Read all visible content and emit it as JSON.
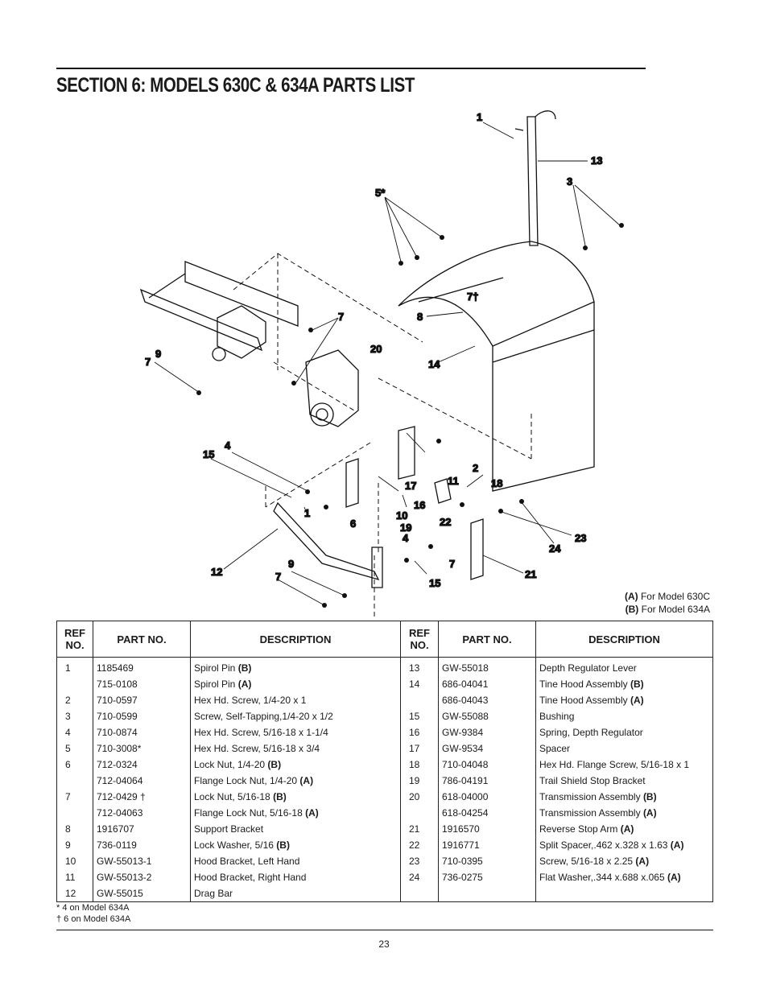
{
  "section_title": "SECTION 6:  MODELS 630C & 634A PARTS LIST",
  "callouts": [
    "1",
    "13",
    "3",
    "5*",
    "7",
    "8",
    "7†",
    "20",
    "9",
    "7",
    "14",
    "4",
    "15",
    "2",
    "11",
    "18",
    "17",
    "1",
    "16",
    "10",
    "6",
    "19",
    "22",
    "4",
    "12",
    "9",
    "7",
    "15",
    "7",
    "23",
    "24",
    "21"
  ],
  "legend": {
    "a_key": "(A)",
    "a_text": " For Model 630C",
    "b_key": "(B)",
    "b_text": " For Model 634A"
  },
  "table": {
    "headers": {
      "ref": "REF NO.",
      "part_no": "PART NO.",
      "description": "DESCRIPTION",
      "ref2": "REF NO.",
      "part_no2": "PART NO.",
      "description2": "DESCRIPTION"
    },
    "rows": [
      {
        "l_ref": "1",
        "l_pn": "1185469",
        "l_desc": "Spirol Pin",
        "l_tag": "(B)",
        "r_ref": "13",
        "r_pn": "GW-55018",
        "r_desc": "Depth Regulator Lever",
        "r_tag": ""
      },
      {
        "l_ref": "",
        "l_pn": "715-0108",
        "l_desc": "Spirol Pin",
        "l_tag": "(A)",
        "r_ref": "14",
        "r_pn": "686-04041",
        "r_desc": "Tine Hood Assembly",
        "r_tag": "(B)"
      },
      {
        "l_ref": "2",
        "l_pn": "710-0597",
        "l_desc": "Hex Hd. Screw, 1/4-20 x 1",
        "l_tag": "",
        "r_ref": "",
        "r_pn": "686-04043",
        "r_desc": "Tine Hood Assembly",
        "r_tag": "(A)"
      },
      {
        "l_ref": "3",
        "l_pn": "710-0599",
        "l_desc": "Screw, Self-Tapping,1/4-20 x 1/2",
        "l_tag": "",
        "r_ref": "15",
        "r_pn": "GW-55088",
        "r_desc": "Bushing",
        "r_tag": ""
      },
      {
        "l_ref": "4",
        "l_pn": "710-0874",
        "l_desc": "Hex Hd. Screw, 5/16-18 x 1-1/4",
        "l_tag": "",
        "r_ref": "16",
        "r_pn": "GW-9384",
        "r_desc": "Spring, Depth Regulator",
        "r_tag": ""
      },
      {
        "l_ref": "5",
        "l_pn": "710-3008*",
        "l_desc": "Hex Hd. Screw, 5/16-18 x 3/4",
        "l_tag": "",
        "r_ref": "17",
        "r_pn": "GW-9534",
        "r_desc": "Spacer",
        "r_tag": ""
      },
      {
        "l_ref": "6",
        "l_pn": "712-0324",
        "l_desc": "Lock Nut, 1/4-20",
        "l_tag": "(B)",
        "r_ref": "18",
        "r_pn": "710-04048",
        "r_desc": "Hex Hd. Flange Screw, 5/16-18 x 1",
        "r_tag": ""
      },
      {
        "l_ref": "",
        "l_pn": "712-04064",
        "l_desc": "Flange Lock Nut, 1/4-20",
        "l_tag": "(A)",
        "r_ref": "19",
        "r_pn": "786-04191",
        "r_desc": "Trail Shield Stop Bracket",
        "r_tag": ""
      },
      {
        "l_ref": "7",
        "l_pn": "712-0429 †",
        "l_desc": "Lock Nut, 5/16-18",
        "l_tag": "(B)",
        "r_ref": "20",
        "r_pn": "618-04000",
        "r_desc": "Transmission Assembly",
        "r_tag": "(B)"
      },
      {
        "l_ref": "",
        "l_pn": "712-04063",
        "l_desc": "Flange Lock Nut, 5/16-18",
        "l_tag": "(A)",
        "r_ref": "",
        "r_pn": "618-04254",
        "r_desc": "Transmission Assembly",
        "r_tag": "(A)"
      },
      {
        "l_ref": "8",
        "l_pn": "1916707",
        "l_desc": "Support Bracket",
        "l_tag": "",
        "r_ref": "21",
        "r_pn": "1916570",
        "r_desc": "Reverse Stop Arm",
        "r_tag": "(A)"
      },
      {
        "l_ref": "9",
        "l_pn": "736-0119",
        "l_desc": "Lock Washer, 5/16",
        "l_tag": "(B)",
        "r_ref": "22",
        "r_pn": "1916771",
        "r_desc": "Split Spacer,.462 x.328 x 1.63",
        "r_tag": "(A)"
      },
      {
        "l_ref": "10",
        "l_pn": "GW-55013-1",
        "l_desc": "Hood Bracket, Left Hand",
        "l_tag": "",
        "r_ref": "23",
        "r_pn": "710-0395",
        "r_desc": "Screw, 5/16-18 x 2.25",
        "r_tag": "(A)"
      },
      {
        "l_ref": "11",
        "l_pn": "GW-55013-2",
        "l_desc": "Hood Bracket, Right Hand",
        "l_tag": "",
        "r_ref": "24",
        "r_pn": "736-0275",
        "r_desc": "Flat Washer,.344 x.688 x.065",
        "r_tag": "(A)"
      },
      {
        "l_ref": "12",
        "l_pn": "GW-55015",
        "l_desc": "Drag Bar",
        "l_tag": "",
        "r_ref": "",
        "r_pn": "",
        "r_desc": "",
        "r_tag": ""
      }
    ]
  },
  "footnotes": [
    "* 4 on Model 634A",
    "† 6 on Model 634A"
  ],
  "page_number": "23"
}
